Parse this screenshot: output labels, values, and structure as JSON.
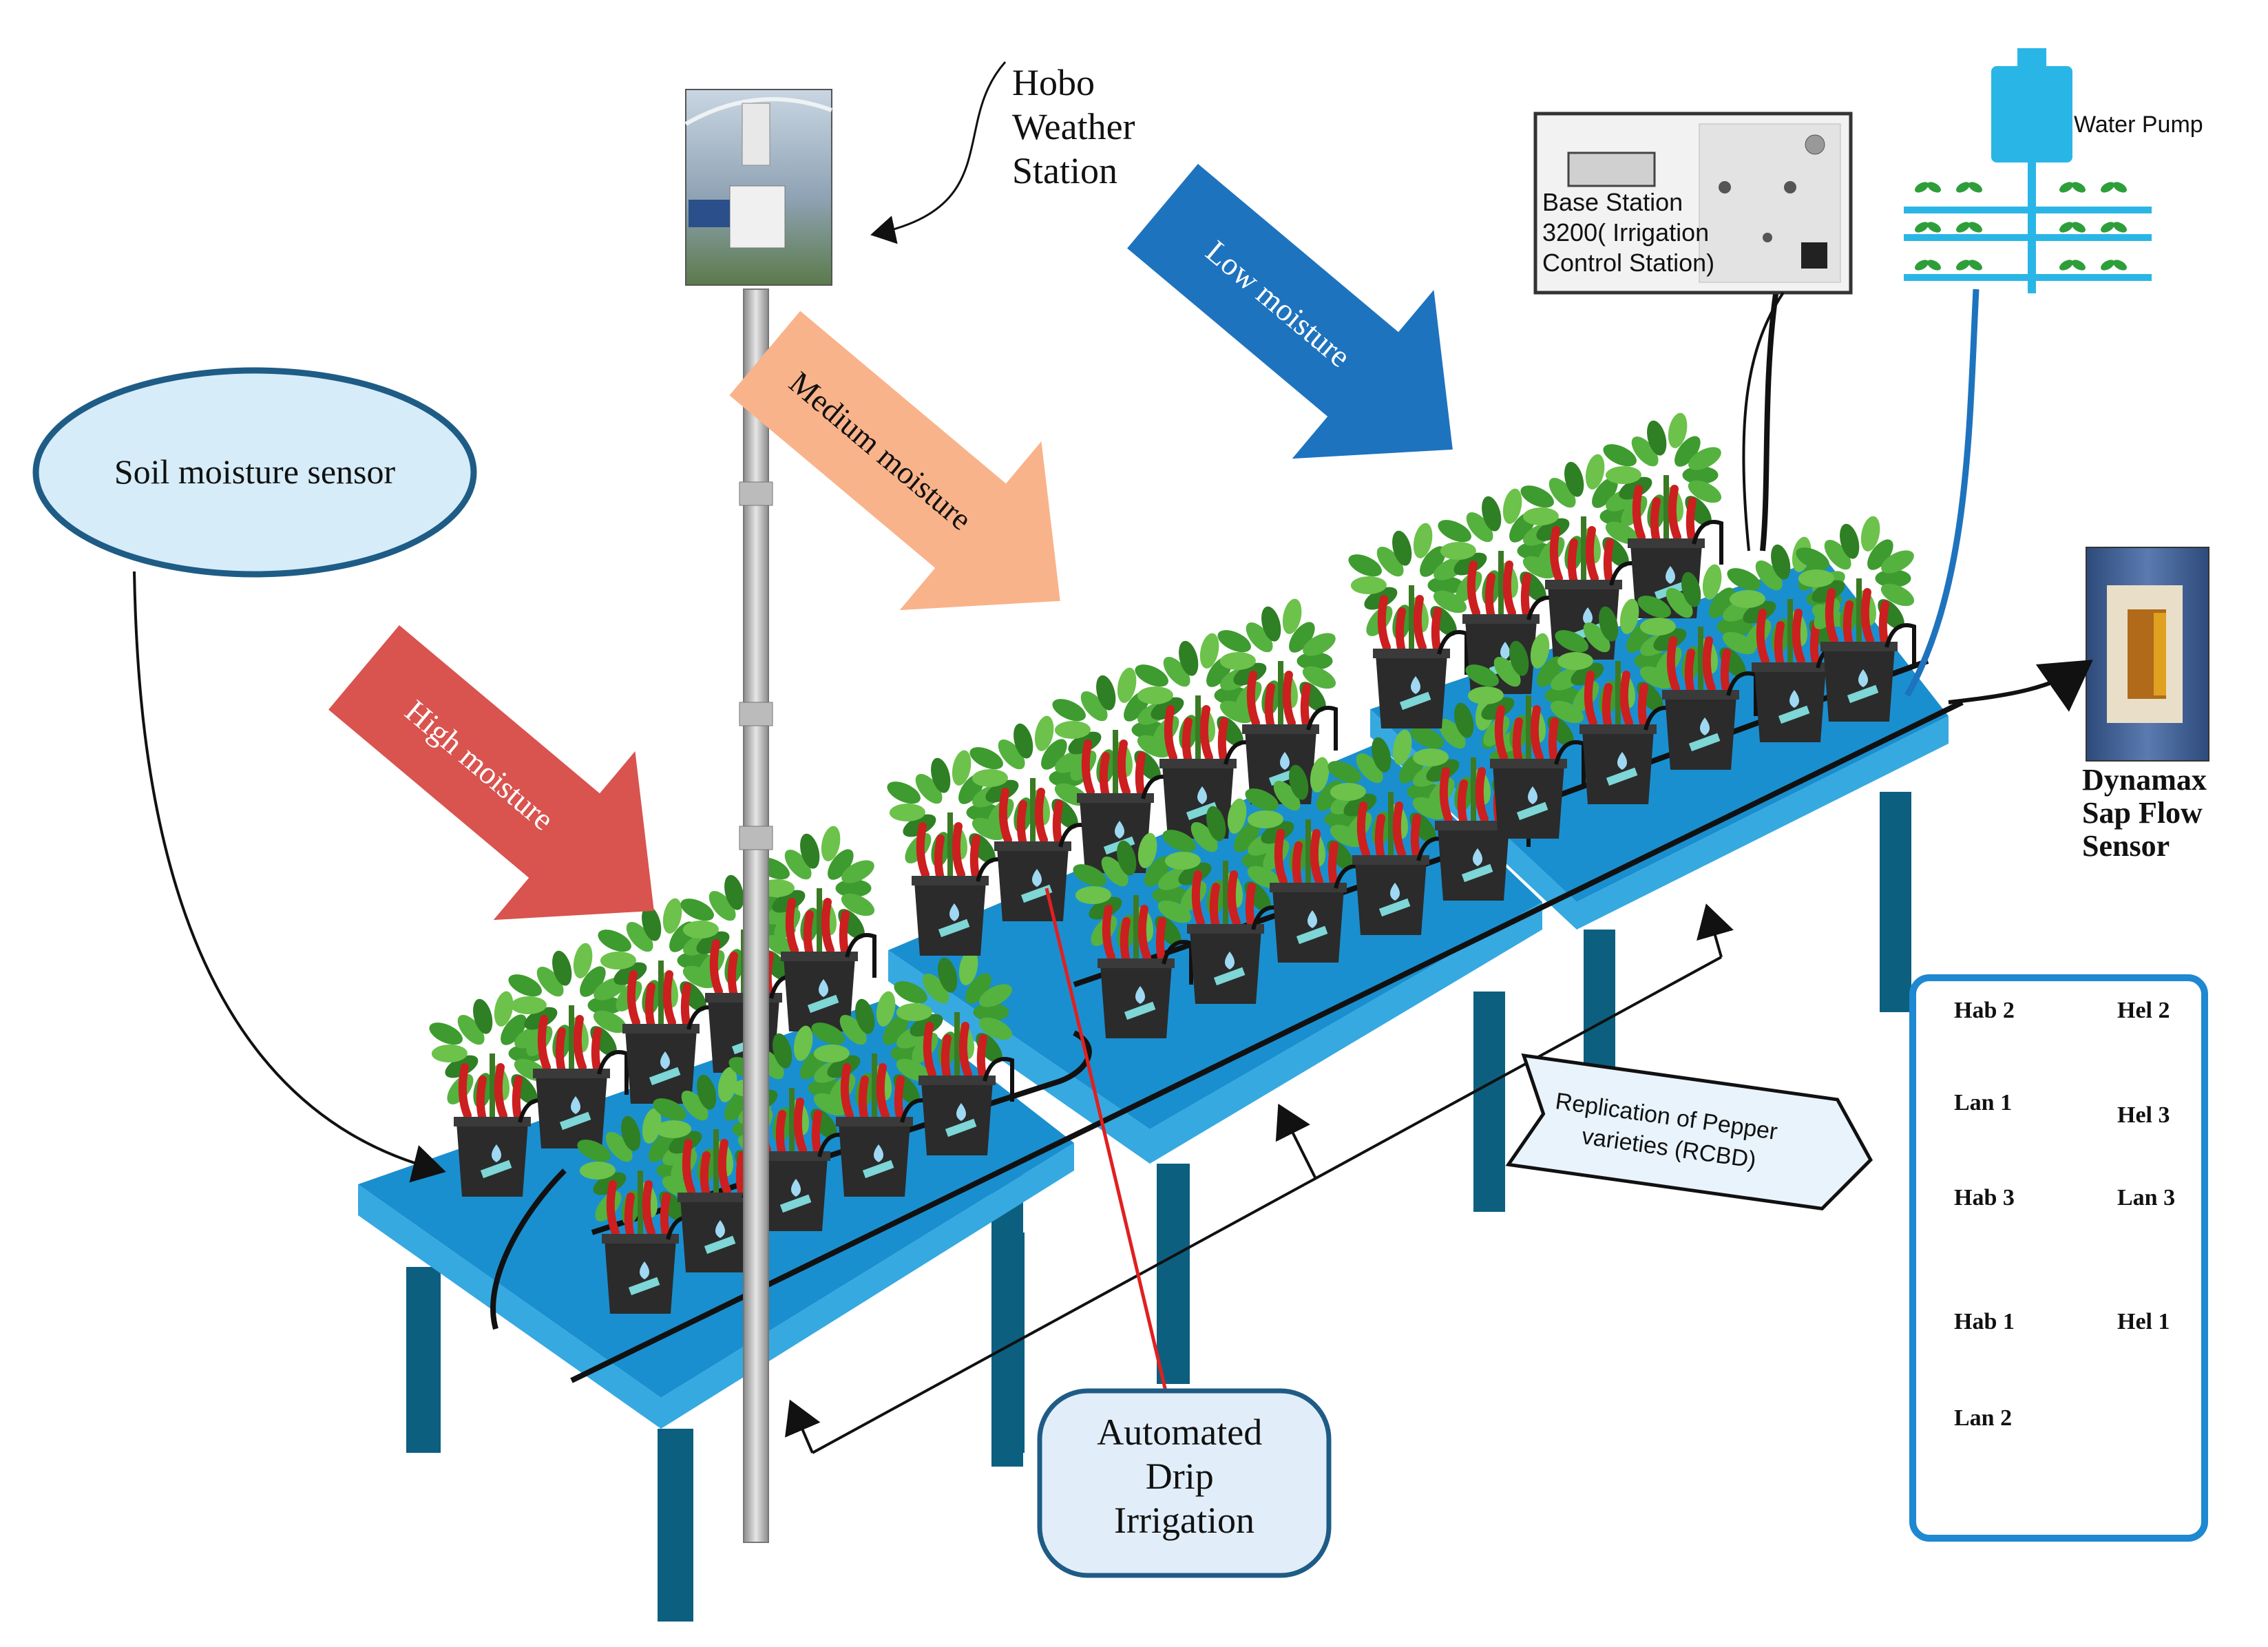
{
  "labels": {
    "hobo_weather_station": [
      "Hobo",
      "Weather",
      "Station"
    ],
    "soil_moisture_sensor": "Soil moisture sensor",
    "high_moisture": "High moisture",
    "medium_moisture": "Medium moisture",
    "low_moisture": "Low moisture",
    "base_station": [
      "Base Station",
      "3200( Irrigation",
      "Control Station)"
    ],
    "water_pump": "Water Pump",
    "dynamax_sap_flow": [
      "Dynamax",
      "Sap Flow",
      "Sensor"
    ],
    "replication": [
      "Replication of Pepper",
      "varieties (RCBD)"
    ],
    "automated_drip": [
      "Automated",
      "Drip",
      "Irrigation"
    ]
  },
  "varieties_legend": [
    [
      "Hab 2",
      "Hel 2"
    ],
    [
      "Lan 1",
      "Hel 3"
    ],
    [
      "Hab 3",
      "Lan 3"
    ],
    [
      "Hab 1",
      "Hel 1"
    ],
    [
      "Lan 2",
      ""
    ]
  ],
  "colors": {
    "table_top": "#1a8fcf",
    "table_edge": "#36a9e1",
    "table_leg": "#0d5f7f",
    "high_arrow": "#d9534f",
    "medium_arrow": "#f9b38a",
    "low_arrow": "#1e73be",
    "sensor_bubble": "#d6ecf8",
    "sensor_border": "#1e5c86",
    "legend_border": "#1e88d2",
    "pot": "#2b2b2b",
    "leaf": "#3e9b2f",
    "pepper": "#cc1f1f"
  },
  "icons": [
    "weather-station-photo",
    "base-station-device",
    "water-pump-icon",
    "sap-flow-sensor-photo",
    "droplet-icon"
  ]
}
